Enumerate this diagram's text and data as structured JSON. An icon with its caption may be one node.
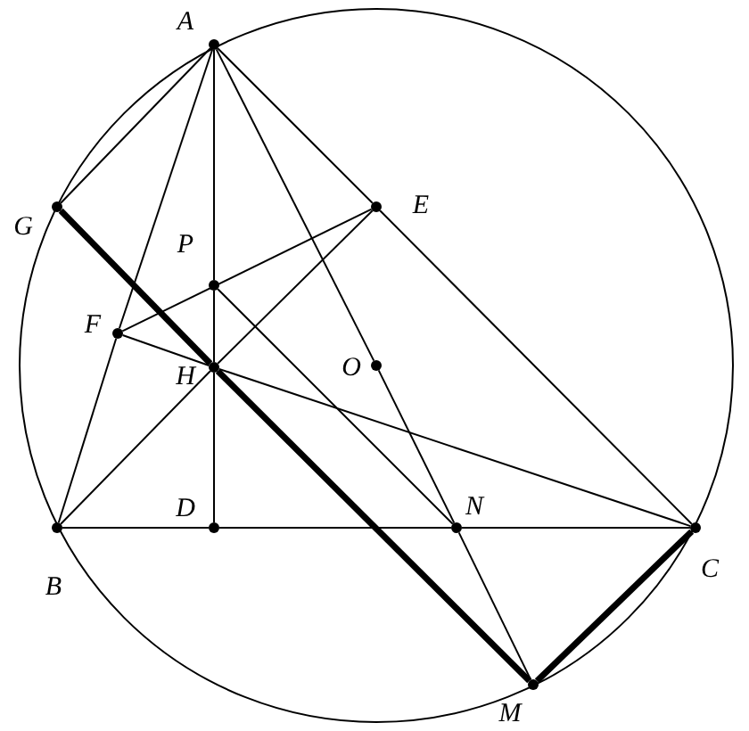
{
  "diagram": {
    "nodes": [
      {
        "text": [
          "A"
        ]
      },
      {
        "text": [
          "G"
        ]
      },
      {
        "text": [
          "E"
        ]
      },
      {
        "text": [
          "P"
        ]
      },
      {
        "text": [
          "F"
        ]
      },
      {
        "text": [
          "H"
        ]
      },
      {
        "text": [
          "O"
        ]
      },
      {
        "text": [
          "D"
        ]
      },
      {
        "text": [
          "N"
        ]
      },
      {
        "text": [
          "B"
        ]
      },
      {
        "text": [
          "C"
        ]
      },
      {
        "text": [
          "M"
        ]
      }
    ],
    "edges": [
      {
        "from": 0,
        "to": 1,
        "arrow": "none"
      },
      {
        "from": 1,
        "to": 5,
        "arrow": "none",
        "style": "thick"
      },
      {
        "from": 5,
        "to": 11,
        "arrow": "none",
        "style": "thick"
      },
      {
        "from": 0,
        "to": 4,
        "arrow": "none"
      },
      {
        "from": 4,
        "to": 9,
        "arrow": "none"
      },
      {
        "from": 0,
        "to": 3,
        "arrow": "none"
      },
      {
        "from": 3,
        "to": 5,
        "arrow": "none"
      },
      {
        "from": 5,
        "to": 7,
        "arrow": "none"
      },
      {
        "from": 0,
        "to": 2,
        "arrow": "none"
      },
      {
        "from": 2,
        "to": 10,
        "arrow": "none"
      },
      {
        "from": 9,
        "to": 7,
        "arrow": "none"
      },
      {
        "from": 7,
        "to": 8,
        "arrow": "none"
      },
      {
        "from": 8,
        "to": 10,
        "arrow": "none"
      },
      {
        "from": 9,
        "to": 5,
        "arrow": "none"
      },
      {
        "from": 5,
        "to": 2,
        "arrow": "none"
      },
      {
        "from": 4,
        "to": 5,
        "arrow": "none"
      },
      {
        "from": 5,
        "to": 10,
        "arrow": "none"
      },
      {
        "from": 4,
        "to": 2,
        "arrow": "none"
      },
      {
        "from": 3,
        "to": 8,
        "arrow": "none"
      },
      {
        "from": 0,
        "to": 6,
        "arrow": "none"
      },
      {
        "from": 6,
        "to": 8,
        "arrow": "none"
      },
      {
        "from": 8,
        "to": 11,
        "arrow": "none"
      },
      {
        "from": 10,
        "to": 11,
        "arrow": "none",
        "style": "thick"
      }
    ]
  }
}
